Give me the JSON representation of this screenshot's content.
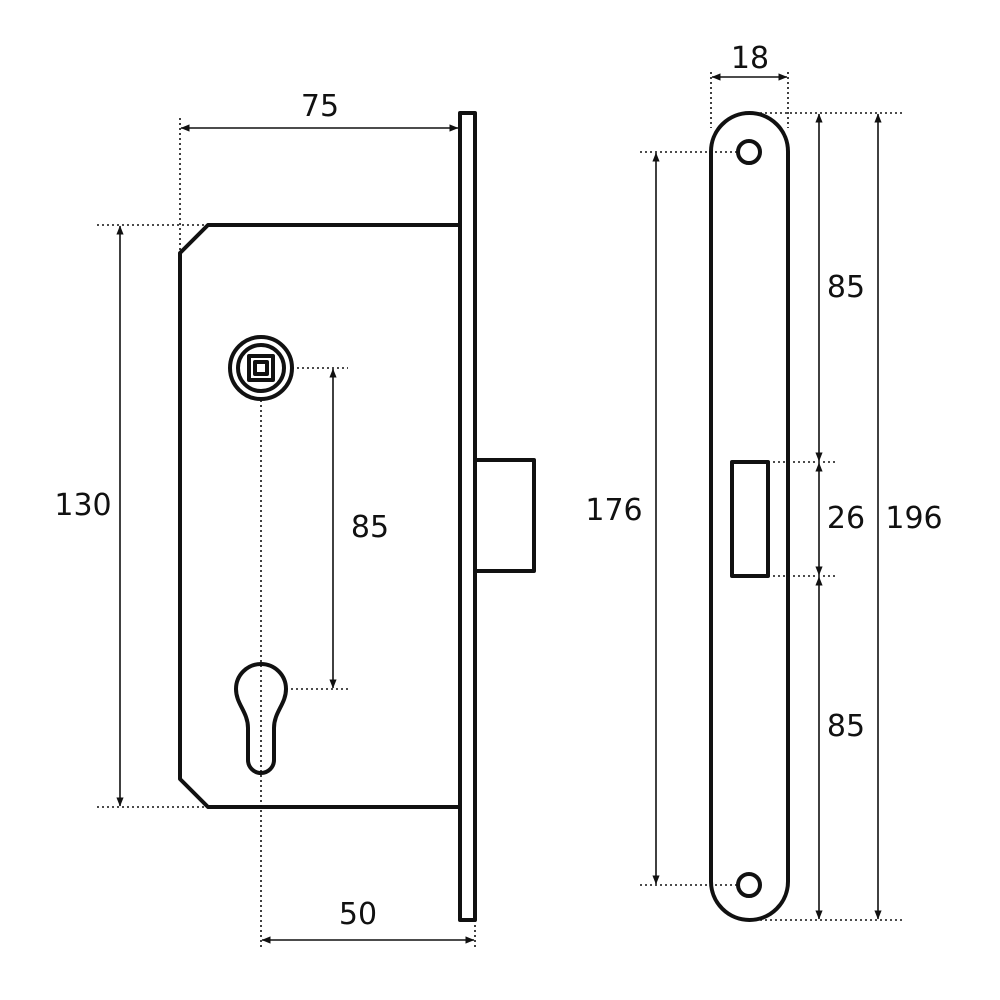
{
  "lock_body_view": {
    "width_75": "75",
    "height_130": "130",
    "center_distance_85": "85",
    "backset_50": "50"
  },
  "faceplate_view": {
    "width_18": "18",
    "upper_85": "85",
    "latch_26": "26",
    "lower_85": "85",
    "screw_spacing_176": "176",
    "total_196": "196"
  },
  "colors": {
    "line": "#111111",
    "background": "#ffffff"
  }
}
